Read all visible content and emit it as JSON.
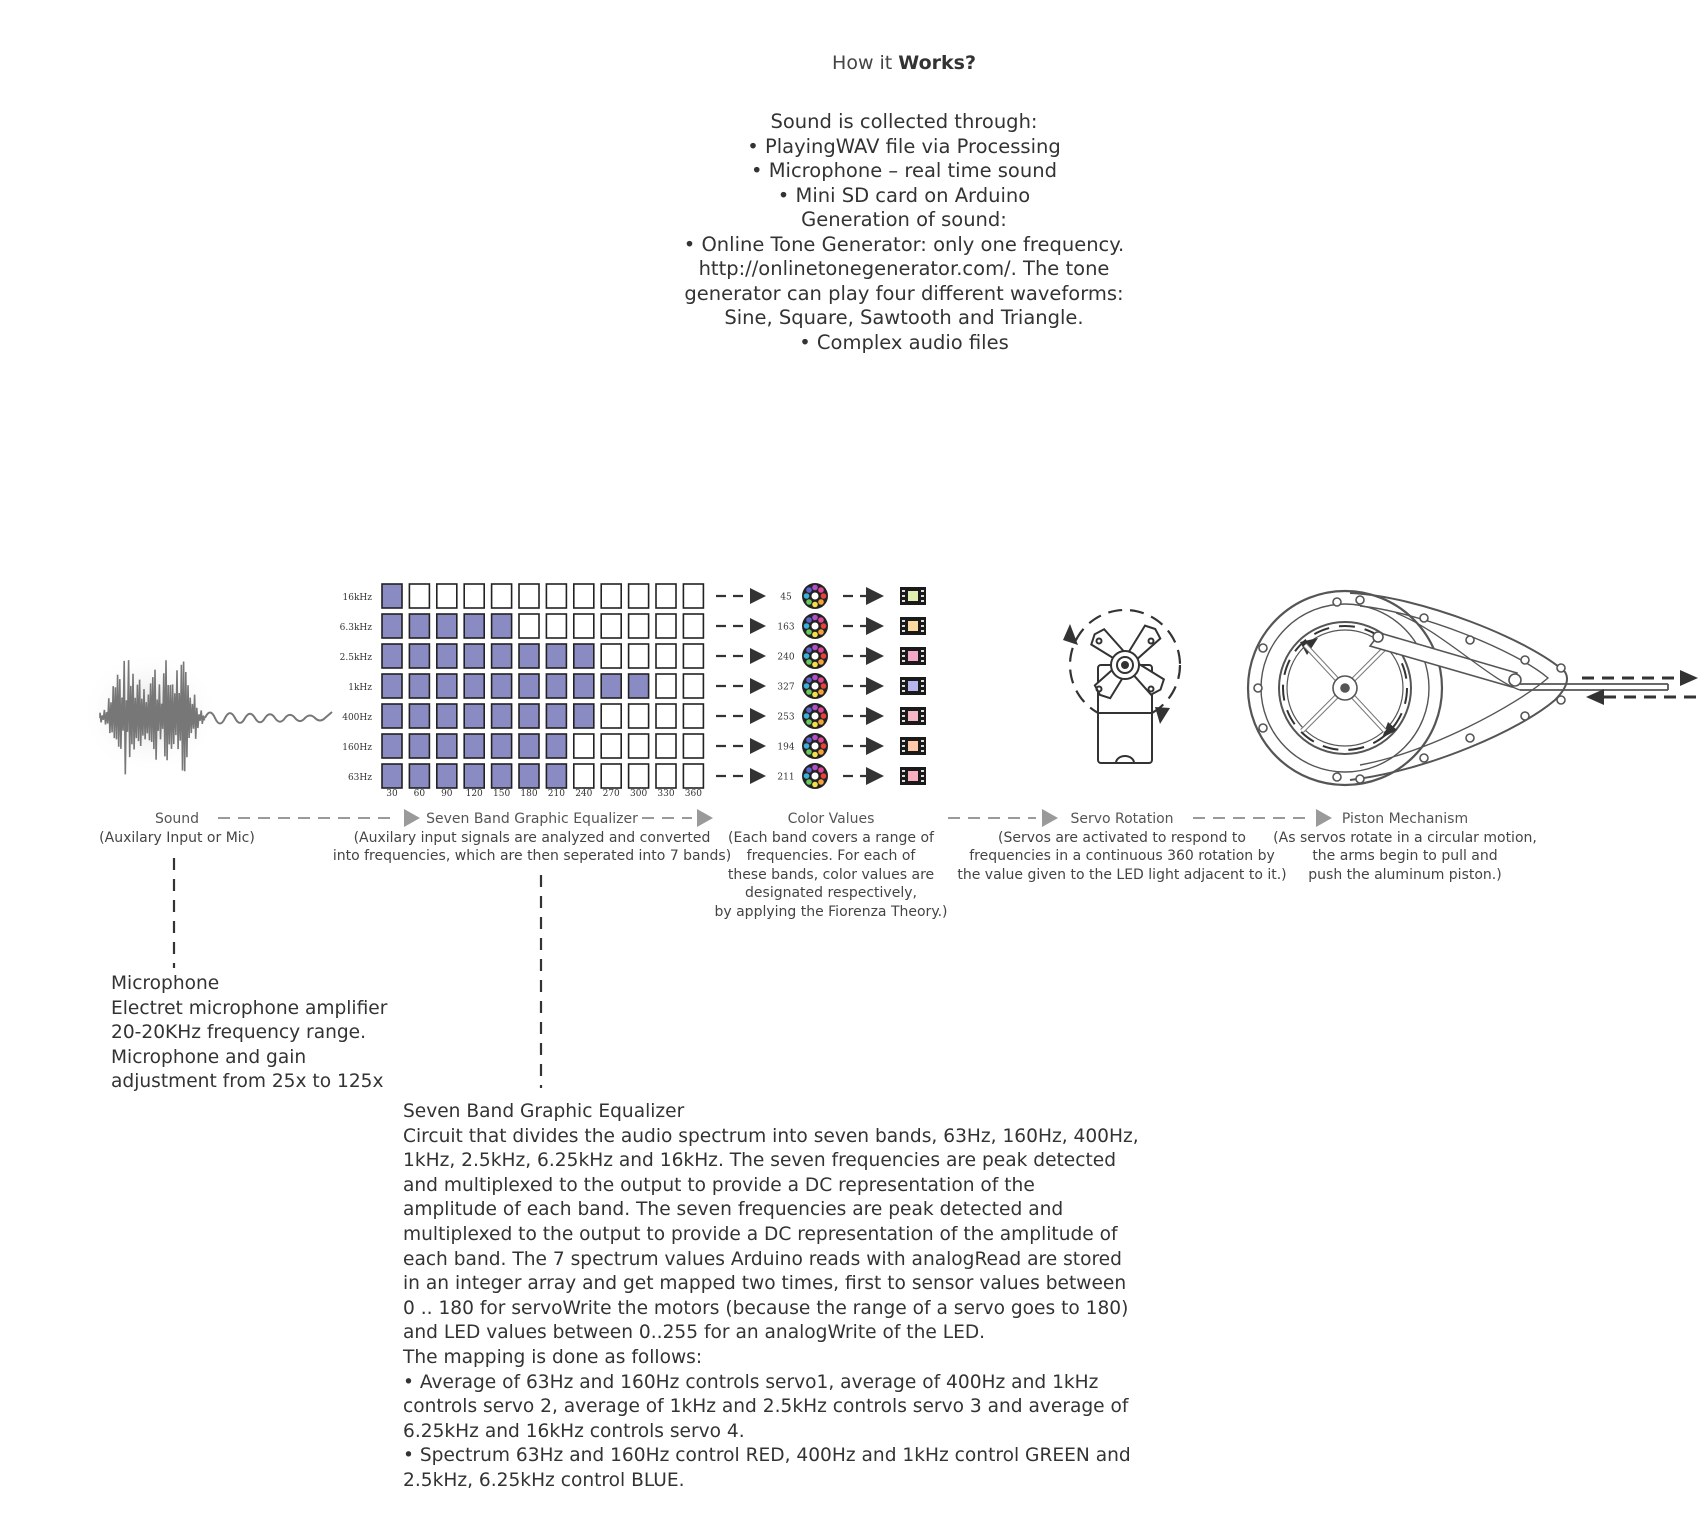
{
  "title": {
    "prefix": "How it ",
    "bold": "Works?"
  },
  "intro_lines": [
    "Sound is collected through:",
    "• PlayingWAV file via Processing",
    "• Microphone – real time sound",
    "• Mini SD card on Arduino",
    "Generation of sound:",
    "• Online Tone Generator: only one frequency.",
    "http://onlinetonegenerator.com/. The tone",
    "generator can play four different waveforms:",
    "Sine, Square, Sawtooth and Triangle.",
    "• Complex audio files"
  ],
  "equalizer": {
    "band_labels": [
      "16kHz",
      "6.3kHz",
      "2.5kHz",
      "1kHz",
      "400Hz",
      "160Hz",
      "63Hz"
    ],
    "column_labels": [
      "30",
      "60",
      "90",
      "120",
      "150",
      "180",
      "210",
      "240",
      "270",
      "300",
      "330",
      "360"
    ],
    "filled_counts": [
      1,
      5,
      8,
      10,
      8,
      7,
      7
    ],
    "fill_color": "#8b8bc4"
  },
  "color_values": {
    "values": [
      "45",
      "163",
      "240",
      "327",
      "253",
      "194",
      "211"
    ],
    "led_colors": [
      "#dff0b0",
      "#ffd9a0",
      "#f6a8c8",
      "#b8b4f0",
      "#f7b6c6",
      "#ffc8a8",
      "#f7b0c0"
    ]
  },
  "stages": {
    "sound": {
      "title": "Sound",
      "lines": [
        "(Auxilary Input or Mic)"
      ]
    },
    "equalizer": {
      "title": "Seven Band Graphic Equalizer",
      "lines": [
        "(Auxilary input signals are analyzed and converted",
        "into frequencies, which are then seperated into 7 bands)"
      ]
    },
    "color": {
      "title": "Color Values",
      "lines": [
        "(Each band covers a range of",
        "frequencies. For each of",
        "these bands, color values are",
        "designated respectively,",
        "by applying the Fiorenza Theory.)"
      ]
    },
    "servo": {
      "title": "Servo Rotation",
      "lines": [
        "(Servos are activated to respond to",
        "frequencies in a continuous 360 rotation by",
        "the value given to the LED light adjacent to it.)"
      ]
    },
    "piston": {
      "title": "Piston Mechanism",
      "lines": [
        "(As servos rotate in a circular motion,",
        "the arms begin to pull and",
        "push the aluminum piston.)"
      ]
    }
  },
  "microphone_note": [
    "Microphone",
    "Electret microphone amplifier",
    "20-20KHz frequency range.",
    "Microphone and gain",
    "adjustment from 25x to 125x"
  ],
  "equalizer_note": [
    "Seven Band Graphic Equalizer",
    "Circuit that divides the audio spectrum into seven bands, 63Hz, 160Hz, 400Hz,",
    "1kHz, 2.5kHz, 6.25kHz and 16kHz. The seven frequencies are peak detected",
    "and multiplexed to the output to provide a DC representation of the",
    "amplitude of each band. The seven frequencies are peak detected and",
    "multiplexed to the output to provide a DC representation of the amplitude of",
    "each band. The 7 spectrum values Arduino reads with analogRead are stored",
    "in an integer array and get mapped two times, first to sensor values between",
    "0 .. 180 for servoWrite the motors (because the range of a servo goes to 180)",
    "and LED values between 0..255 for an analogWrite of the LED.",
    "The mapping is done as follows:",
    "• Average of 63Hz and 160Hz controls servo1, average of 400Hz and 1kHz",
    "controls servo 2, average of 1kHz and 2.5kHz controls servo 3 and average of",
    "6.25kHz and 16kHz controls servo 4.",
    "• Spectrum 63Hz and 160Hz control RED, 400Hz and 1kHz control GREEN and",
    "2.5kHz, 6.25kHz control BLUE."
  ],
  "colors": {
    "arrow": "#9a9a9a",
    "dark_arrow": "#333333",
    "wave": "#777777"
  }
}
